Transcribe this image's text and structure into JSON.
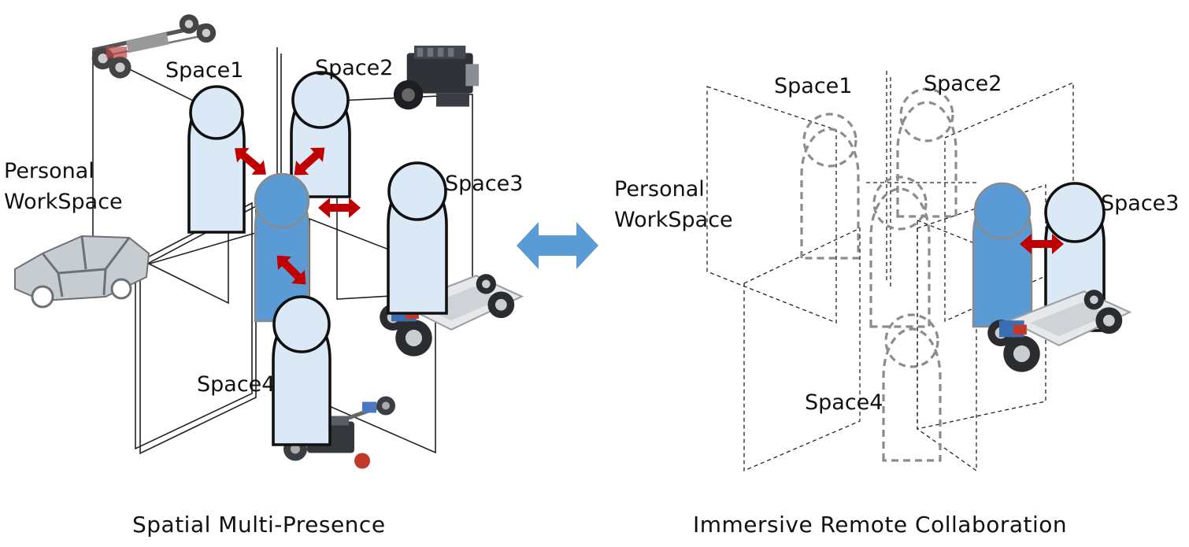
{
  "colors": {
    "person_remote": "#dbe8f6",
    "person_self": "#5b9bd5",
    "contact_arrow": "#c00000",
    "transition_arrow": "#5b9bd5",
    "ghost_outline": "#8c8c8c"
  },
  "left_panel": {
    "caption": "Spatial Multi-Presence",
    "labels": {
      "space1": "Space1",
      "space2": "Space2",
      "space3": "Space3",
      "space4": "Space4",
      "personal_line1": "Personal",
      "personal_line2": "WorkSpace"
    },
    "objects": [
      "car-chassis-icon",
      "engine-icon",
      "car-body-frame-icon",
      "ev-platform-icon",
      "drivetrain-icon"
    ]
  },
  "right_panel": {
    "caption": "Immersive Remote Collaboration",
    "labels": {
      "space1": "Space1",
      "space2": "Space2",
      "space3": "Space3",
      "space4": "Space4",
      "personal_line1": "Personal",
      "personal_line2": "WorkSpace"
    },
    "objects": [
      "ev-platform-icon"
    ]
  },
  "transition_icon": "double-arrow-icon"
}
